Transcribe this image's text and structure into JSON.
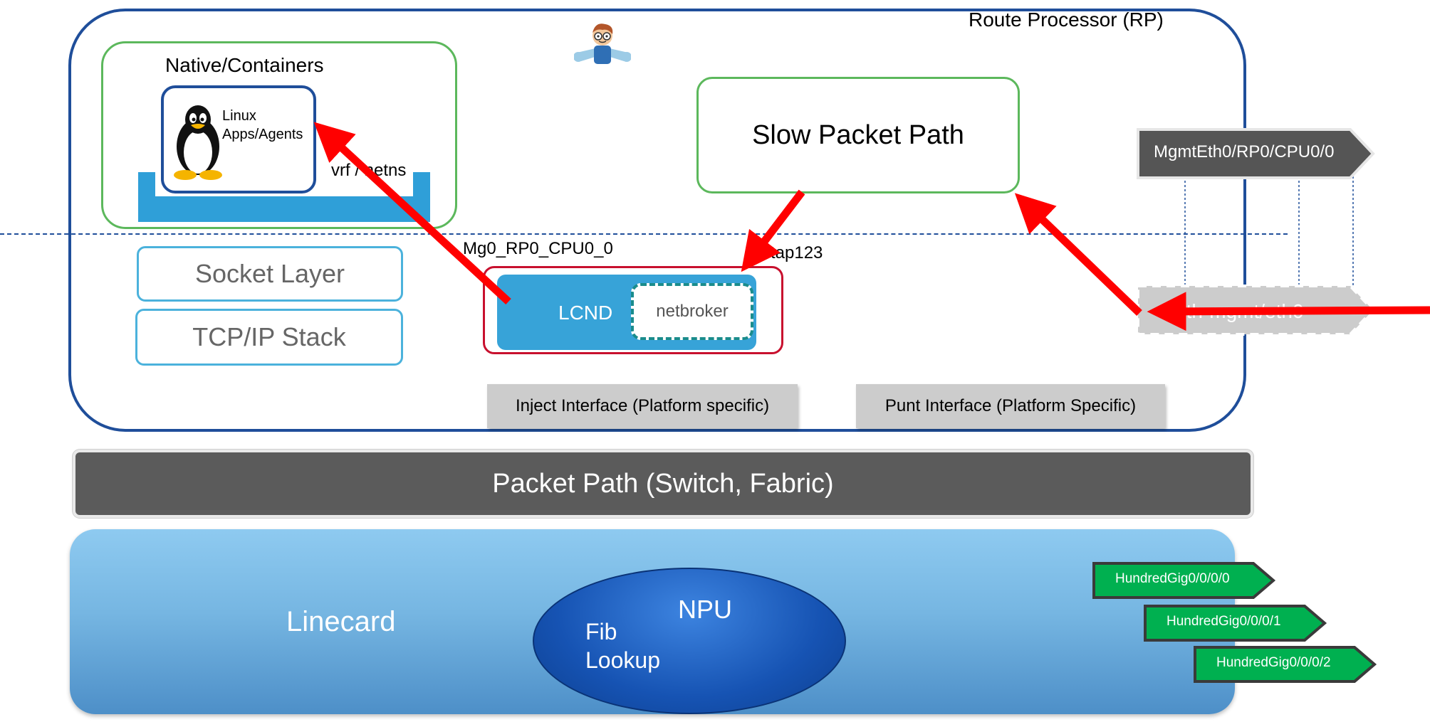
{
  "route_processor": {
    "label": "Route Processor (RP)"
  },
  "native": {
    "label": "Native/Containers",
    "linux_label_line1": "Linux",
    "linux_label_line2": "Apps/Agents",
    "vrf_label": "vrf / netns"
  },
  "stack": {
    "socket_layer": "Socket Layer",
    "tcpip_stack": "TCP/IP Stack"
  },
  "lcnd": {
    "iface_label": "Mg0_RP0_CPU0_0",
    "label": "LCND",
    "netbroker": "netbroker",
    "tap_label": "tap123"
  },
  "slow_packet_path": "Slow Packet Path",
  "inject_interface": "Inject Interface (Platform specific)",
  "punt_interface": "Punt Interface (Platform Specific)",
  "mgmt": {
    "port": "MgmtEth0/RP0/CPU0/0",
    "linux_port": "eth-mgmt/eth0"
  },
  "packet_path": "Packet Path (Switch, Fabric)",
  "linecard": {
    "label": "Linecard",
    "npu": "NPU",
    "fib_line1": "Fib",
    "fib_line2": "Lookup",
    "ports": [
      "HundredGig0/0/0/0",
      "HundredGig0/0/0/1",
      "HundredGig0/0/0/2"
    ]
  },
  "colors": {
    "arrow": "#ff0000",
    "rp_border": "#1f4e9a",
    "green_box": "#5cb85c",
    "port_green": "#00b050",
    "lcnd": "#37a3d8"
  },
  "icons": [
    "linux-penguin-icon",
    "mechanic-mascot-icon"
  ]
}
